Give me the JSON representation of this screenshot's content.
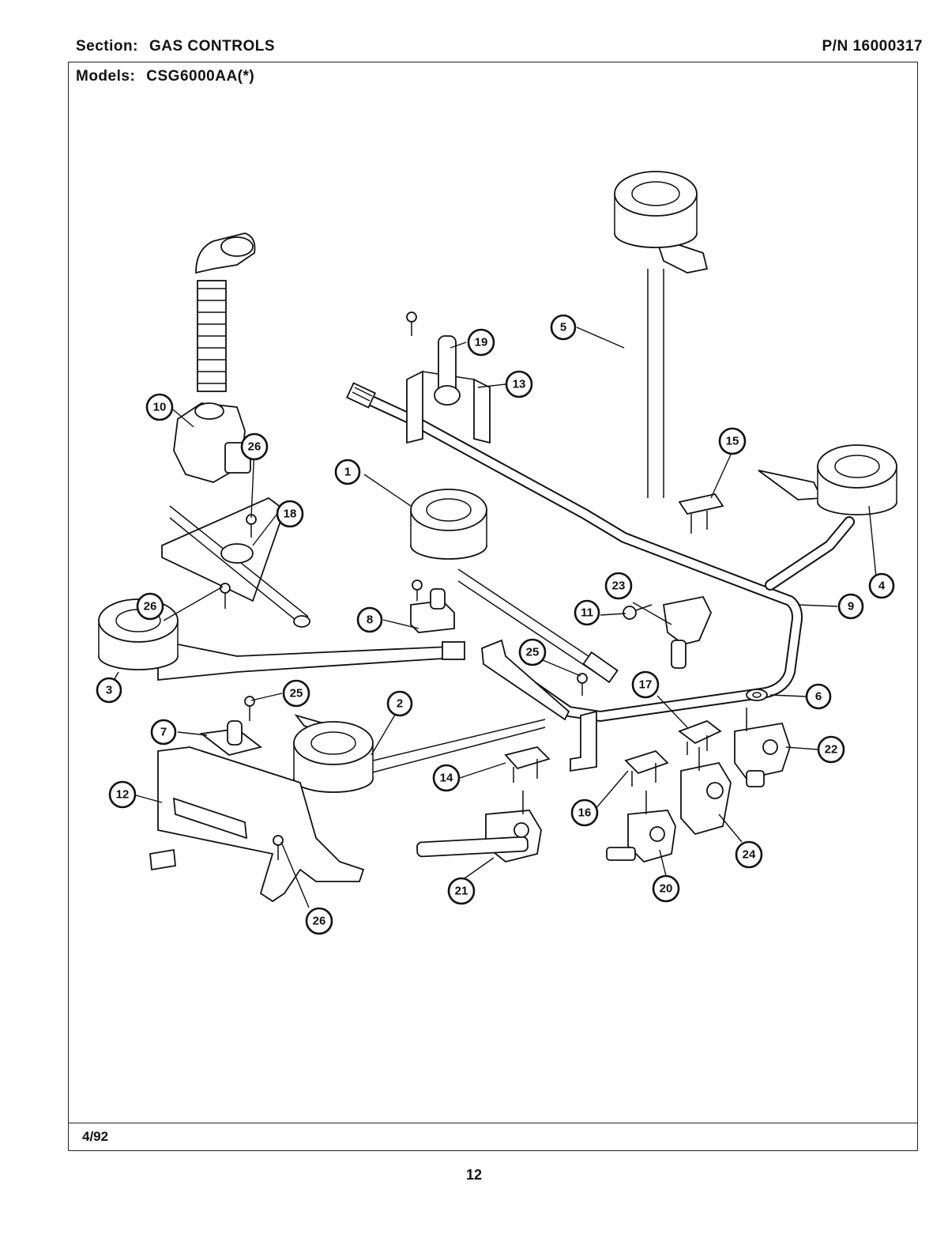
{
  "header": {
    "section_label": "Section:",
    "section_value": "GAS CONTROLS",
    "pn": "P/N 16000317",
    "models_label": "Models:",
    "models_value": "CSG6000AA(*)"
  },
  "footer": {
    "date": "4/92",
    "page_number": "12"
  },
  "callouts": {
    "c1": "1",
    "c2": "2",
    "c3": "3",
    "c4": "4",
    "c5": "5",
    "c6": "6",
    "c7": "7",
    "c8": "8",
    "c9": "9",
    "c10": "10",
    "c11": "11",
    "c12": "12",
    "c13": "13",
    "c14": "14",
    "c15": "15",
    "c16": "16",
    "c17": "17",
    "c18": "18",
    "c19": "19",
    "c20": "20",
    "c21": "21",
    "c22": "22",
    "c23": "23",
    "c24": "24",
    "c25a": "25",
    "c25b": "25",
    "c26a": "26",
    "c26b": "26",
    "c26c": "26"
  }
}
